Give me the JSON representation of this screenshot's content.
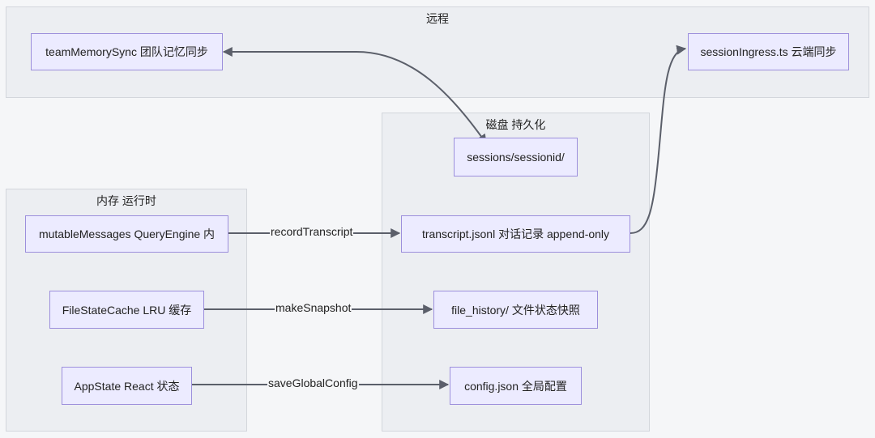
{
  "clusters": {
    "remote": {
      "title": "远程"
    },
    "disk": {
      "title": "磁盘 持久化"
    },
    "memory": {
      "title": "内存 运行时"
    }
  },
  "nodes": {
    "team_memory_sync": "teamMemorySync 团队记忆同步",
    "session_ingress": "sessionIngress.ts 云端同步",
    "sessions_dir": "sessions/sessionid/",
    "transcript": "transcript.jsonl 对话记录 append-only",
    "file_history": "file_history/ 文件状态快照",
    "config_json": "config.json 全局配置",
    "mutable_messages": "mutableMessages QueryEngine 内",
    "file_state_cache": "FileStateCache LRU 缓存",
    "app_state": "AppState React 状态"
  },
  "edges": {
    "record_transcript": "recordTranscript",
    "make_snapshot": "makeSnapshot",
    "save_global_config": "saveGlobalConfig"
  }
}
